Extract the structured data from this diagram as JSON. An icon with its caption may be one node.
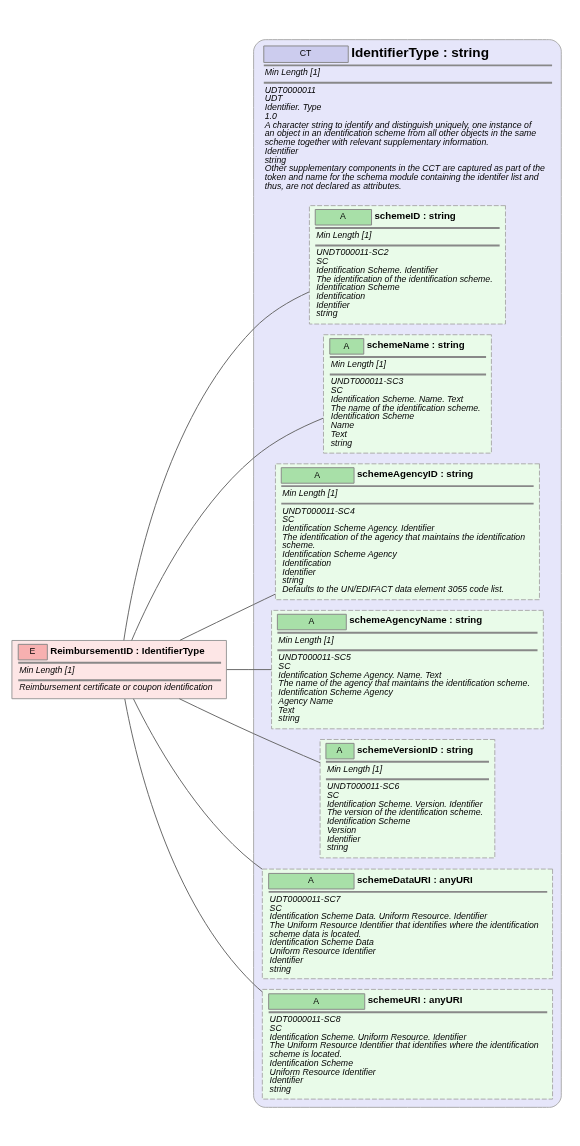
{
  "diagram": {
    "nodes": [
      {
        "text": [
          "E",
          "ReimbursementID : IdentifierType",
          "Min Length [1]",
          "Reimbursement certificate or coupon identification"
        ]
      },
      {
        "text": [
          "CT",
          "IdentifierType : string",
          "Min Length [1]",
          "UDT0000011",
          "UDT",
          "Identifier. Type",
          "1.0",
          "A character string to identify and distinguish uniquely, one instance of an object in an identification scheme from all other objects in the same scheme together with relevant supplementary information.",
          "Identifier",
          "string",
          "Other supplementary components in the CCT are captured as part of the token and name for the schema module containing the identifer list and thus, are not declared as attributes."
        ]
      },
      {
        "text": [
          "A",
          "schemeID : string",
          "Min Length [1]",
          "UNDT000011-SC2",
          "SC",
          "Identification Scheme. Identifier",
          "The identification of the identification scheme.",
          "Identification Scheme",
          "Identification",
          "Identifier",
          "string"
        ],
        "in": 1
      },
      {
        "text": [
          "A",
          "schemeName : string",
          "Min Length [1]",
          "UNDT000011-SC3",
          "SC",
          "Identification Scheme. Name. Text",
          "The name of the identification scheme.",
          "Identification Scheme",
          "Name",
          "Text",
          "string"
        ],
        "in": 1
      },
      {
        "text": [
          "A",
          "schemeAgencyID : string",
          "Min Length [1]",
          "UNDT000011-SC4",
          "SC",
          "Identification Scheme Agency. Identifier",
          "The identification of the agency that maintains the identification scheme.",
          "Identification Scheme Agency",
          "Identification",
          "Identifier",
          "string",
          "Defaults to the UN/EDIFACT data element 3055 code list."
        ],
        "in": 1
      },
      {
        "text": [
          "A",
          "schemeAgencyName : string",
          "Min Length [1]",
          "UNDT000011-SC5",
          "SC",
          "Identification Scheme Agency. Name. Text",
          "The name of the agency that maintains the identification scheme.",
          "Identification Scheme Agency",
          "Agency Name",
          "Text",
          "string"
        ],
        "in": 1
      },
      {
        "text": [
          "A",
          "schemeVersionID : string",
          "Min Length [1]",
          "UNDT000011-SC6",
          "SC",
          "Identification Scheme. Version. Identifier",
          "The version of the identification scheme.",
          "Identification Scheme",
          "Version",
          "Identifier",
          "string"
        ],
        "in": 1
      },
      {
        "text": [
          "A",
          "schemeDataURI : anyURI",
          "UDT0000011-SC7",
          "SC",
          "Identification Scheme Data. Uniform Resource. Identifier",
          "The Uniform Resource Identifier that identifies where the identification scheme data is located.",
          "Identification Scheme Data",
          "Uniform Resource Identifier",
          "Identifier",
          "string"
        ],
        "in": 1
      },
      {
        "text": [
          "A",
          "schemeURI : anyURI",
          "UDT0000011-SC8",
          "SC",
          "Identification Scheme. Uniform Resource. Identifier",
          "The Uniform Resource Identifier that identifies where the identification scheme is located.",
          "Identification Scheme",
          "Uniform Resource Identifier",
          "Identifier",
          "string"
        ],
        "in": 1
      }
    ],
    "edges": [
      {
        "from": 0,
        "to": 2,
        "arrow": "none"
      },
      {
        "from": 0,
        "to": 3,
        "arrow": "none"
      },
      {
        "from": 0,
        "to": 4,
        "arrow": "none"
      },
      {
        "from": 0,
        "to": 5,
        "arrow": "none"
      },
      {
        "from": 0,
        "to": 6,
        "arrow": "none"
      },
      {
        "from": 0,
        "to": 7,
        "arrow": "none"
      },
      {
        "from": 0,
        "to": 8,
        "arrow": "none"
      }
    ]
  }
}
